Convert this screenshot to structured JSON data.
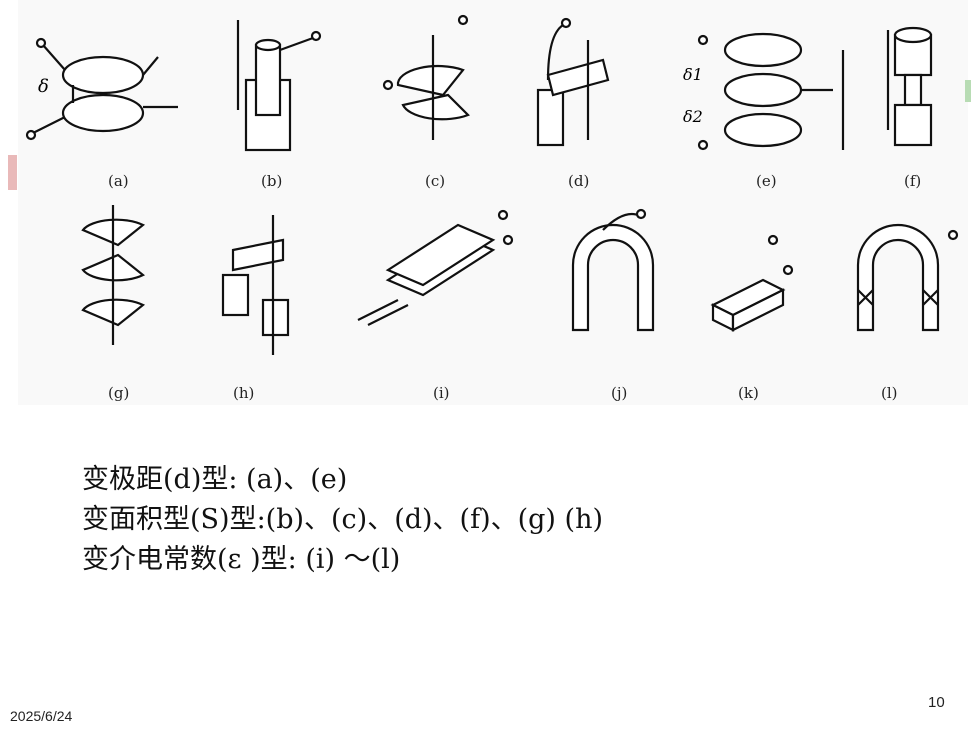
{
  "figure": {
    "labels": [
      "(a)",
      "(b)",
      "(c)",
      "(d)",
      "(e)",
      "(f)",
      "(g)",
      "(h)",
      "(i)",
      "(j)",
      "(k)",
      "(l)"
    ],
    "symbols": {
      "delta": "δ",
      "delta1": "δ1",
      "delta2": "δ2"
    }
  },
  "text_lines": [
    "变极距(d)型:  (a)、(e)",
    "变面积型(S)型:(b)、(c)、(d)、(f)、(g) (h)",
    "变介电常数(ε )型: (i) ～(l)"
  ],
  "footer": {
    "date": "2025/6/24",
    "page_number": "10"
  }
}
